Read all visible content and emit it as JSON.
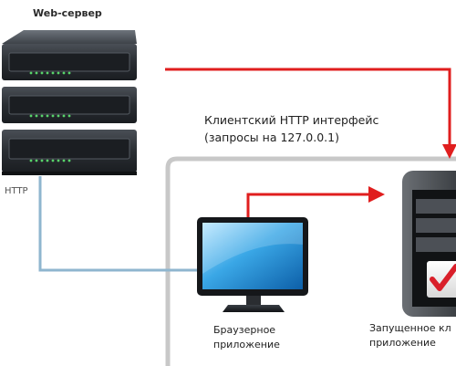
{
  "web_server": {
    "title": "Web-сервер",
    "protocol": "HTTP"
  },
  "client_interface": {
    "line1": "Клиентский HTTP интерфейс",
    "line2": "(запросы на 127.0.0.1)"
  },
  "browser_app": {
    "line1": "Браузерное",
    "line2": "приложение"
  },
  "running_app": {
    "line1": "Запущенное кл",
    "line2": "приложение"
  },
  "colors": {
    "arrow": "#e01e1e",
    "http_line": "#8fb6cf",
    "frame": "#c8c8c8"
  }
}
